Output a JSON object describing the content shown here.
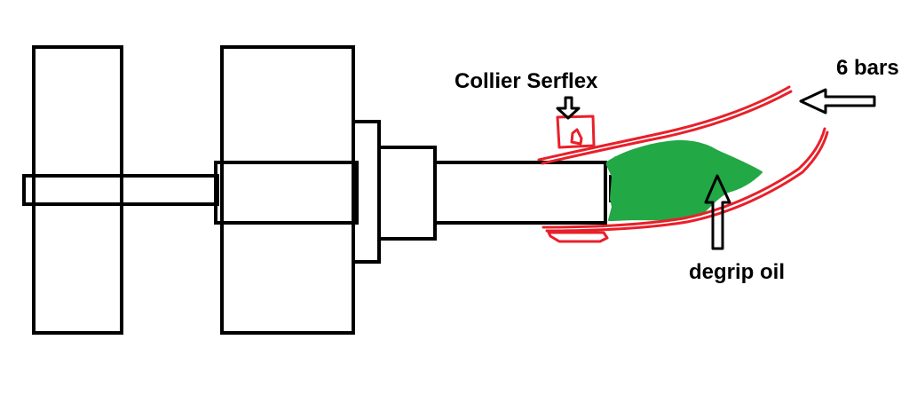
{
  "labels": {
    "collar": "Collier Serflex",
    "pressure": "6 bars",
    "oil": "degrip oil"
  },
  "colors": {
    "outline": "#000000",
    "hose": "#e8202a",
    "oil": "#22a845",
    "background": "#ffffff"
  },
  "icons": {
    "collar_arrow": "arrow-down-icon",
    "pressure_arrow": "arrow-left-icon",
    "oil_arrow": "arrow-up-icon"
  }
}
